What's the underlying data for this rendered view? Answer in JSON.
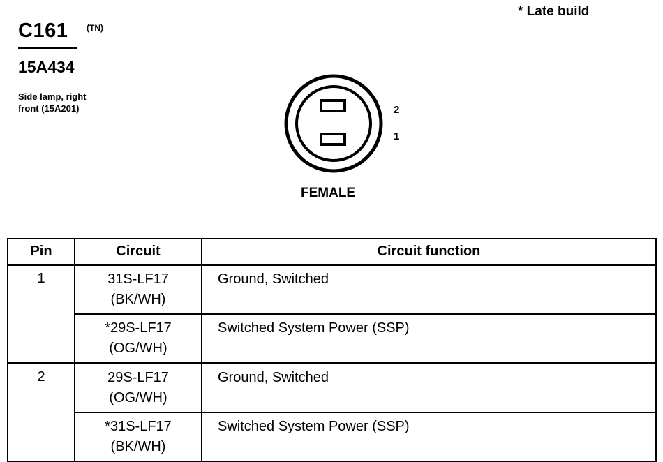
{
  "header": {
    "note": "* Late build",
    "connector_id": "C161",
    "connector_suffix": "(TN)",
    "part_number": "15A434",
    "description_line1": "Side lamp, right",
    "description_line2": "front (15A201)"
  },
  "connector": {
    "pin_labels": [
      "2",
      "1"
    ],
    "gender": "FEMALE"
  },
  "table": {
    "headers": [
      "Pin",
      "Circuit",
      "Circuit function"
    ],
    "groups": [
      {
        "pin": "1",
        "rows": [
          {
            "circuit": "31S-LF17",
            "color": "(BK/WH)",
            "function": "Ground, Switched"
          },
          {
            "circuit": "*29S-LF17",
            "color": "(OG/WH)",
            "function": "Switched System Power (SSP)"
          }
        ]
      },
      {
        "pin": "2",
        "rows": [
          {
            "circuit": "29S-LF17",
            "color": "(OG/WH)",
            "function": "Ground, Switched"
          },
          {
            "circuit": "*31S-LF17",
            "color": "(BK/WH)",
            "function": "Switched System Power (SSP)"
          }
        ]
      }
    ]
  }
}
